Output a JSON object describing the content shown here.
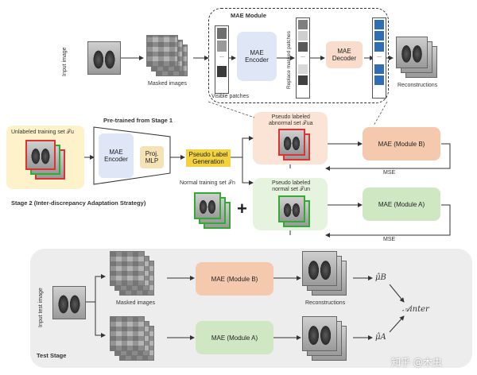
{
  "top": {
    "input_image_label": "Input image",
    "masked_images_label": "Masked images",
    "mae_module_title": "MAE Module",
    "mae_encoder_label": "MAE\nEncoder",
    "visible_patches_label": "Visible patches",
    "replace_masked_label": "Replace masked patches",
    "mae_decoder_label": "MAE\nDecoder",
    "reconstructions_label": "Reconstructions",
    "dots": "..."
  },
  "stage2": {
    "pretrained_label": "Pre-trained from Stage 1",
    "unlabeled_set_label": "Unlabeled training set 𝒯u",
    "mae_encoder_label": "MAE\nEncoder",
    "proj_label": "Proj.\nMLP",
    "pseudo_label_gen": "Pseudo Label\nGeneration",
    "abnormal_set_label": "Pseudo labeled\nabnormal set 𝒯ua",
    "normal_set_label": "Pseudo labeled\nnormal set 𝒯un",
    "normal_training_label": "Normal training set 𝒯n",
    "plus": "+",
    "module_b": "MAE (Module B)",
    "module_a": "MAE (Module A)",
    "mse_top": "MSE",
    "mse_bottom": "MSE",
    "stage_title": "Stage 2 (Inter-discrepancy Adaptation Strategy)"
  },
  "test": {
    "input_test_label": "Input test image",
    "masked_images_label": "Masked images",
    "module_b": "MAE (Module B)",
    "module_a": "MAE (Module A)",
    "reconstructions_label": "Reconstructions",
    "mu_b": "μ̂B",
    "mu_a": "μ̂A",
    "a_inter": "𝒜inter",
    "stage_title": "Test Stage"
  },
  "watermark": "知乎 @木虫",
  "colors": {
    "encoder_blue": "#dfe6f5",
    "decoder_peach": "#f9dccb",
    "module_b": "#f5c9ad",
    "module_a": "#cfe8c3",
    "pseudo_gen": "#f3d23d",
    "yellow_bg": "#fdf2c9",
    "abnormal_bg": "#fbe4d6",
    "normal_bg": "#e6f3de",
    "test_bg": "#eeeeee"
  }
}
